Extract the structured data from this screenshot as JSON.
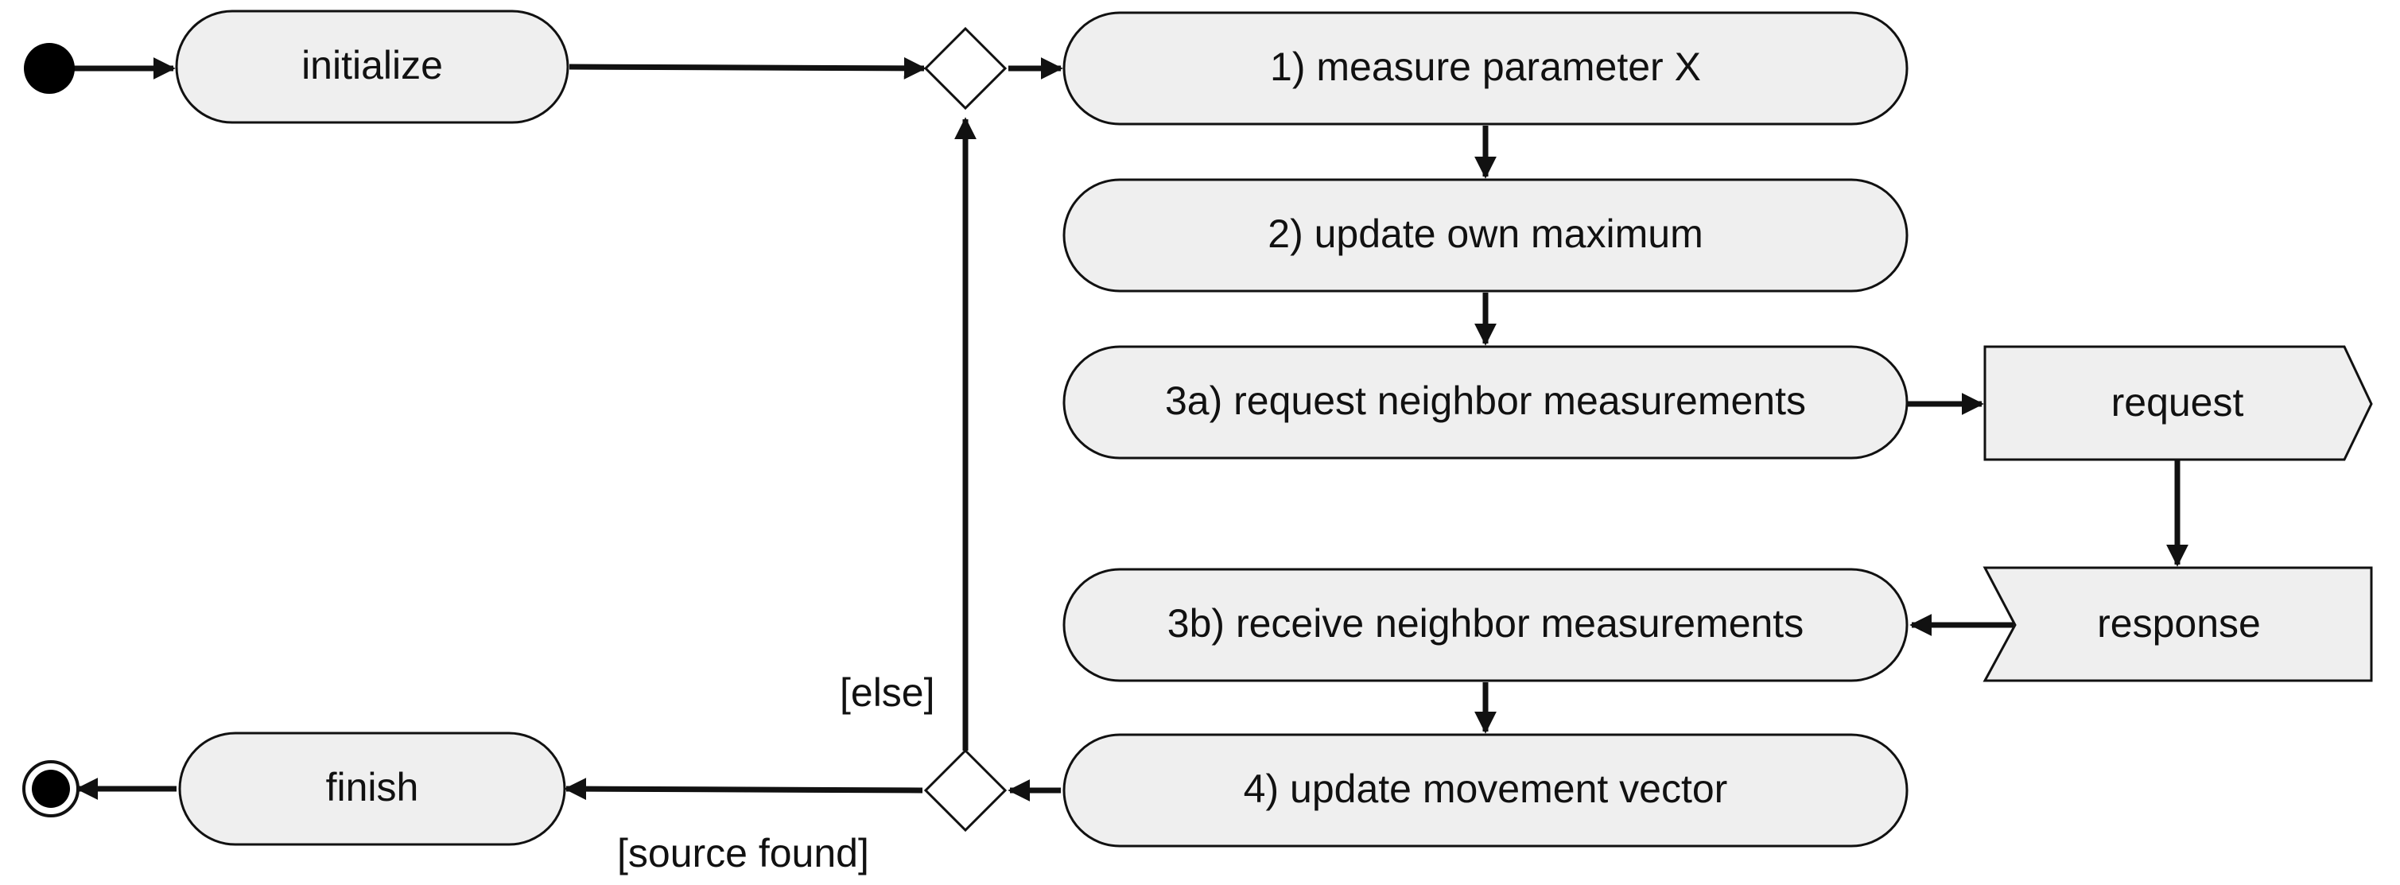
{
  "nodes": {
    "initialize": "initialize",
    "measure": "1) measure parameter X",
    "update_max": "2) update own maximum",
    "request_neighbor": "3a) request neighbor measurements",
    "request_signal": "request",
    "response_signal": "response",
    "receive_neighbor": "3b) receive neighbor measurements",
    "update_vector": "4) update movement vector",
    "finish": "finish"
  },
  "guards": {
    "else": "[else]",
    "source_found": "[source found]"
  }
}
